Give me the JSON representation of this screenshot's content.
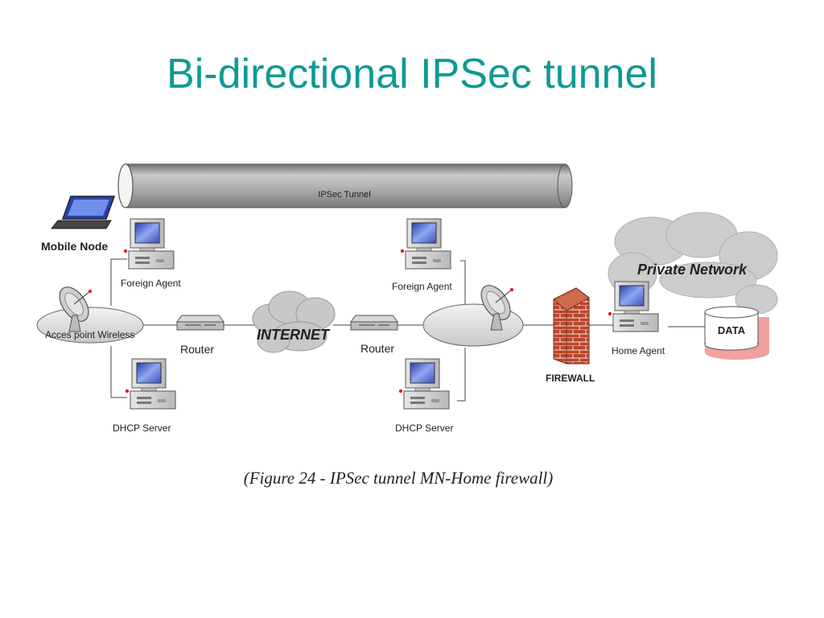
{
  "slide": {
    "title": "Bi-directional IPSec tunnel",
    "caption": "(Figure 24 - IPSec tunnel MN-Home firewall)"
  },
  "diagram": {
    "tunnel_label": "IPSec Tunnel",
    "mobile_node_label": "Mobile Node",
    "foreign_agent_left_label": "Foreign Agent",
    "foreign_agent_right_label": "Foreign Agent",
    "access_point_label": "Acces point Wireless",
    "router_left_label": "Router",
    "router_right_label": "Router",
    "internet_label": "INTERNET",
    "dhcp_left_label": "DHCP Server",
    "dhcp_right_label": "DHCP Server",
    "firewall_label": "FIREWALL",
    "private_network_label": "Private Network",
    "home_agent_label": "Home Agent",
    "data_label": "DATA"
  },
  "colors": {
    "title": "#0e9a94",
    "tunnel": "#9a9a9a",
    "firewall": "#b8472e",
    "data_shadow": "#f2a0a0",
    "cloud": "#c8c8c8"
  }
}
